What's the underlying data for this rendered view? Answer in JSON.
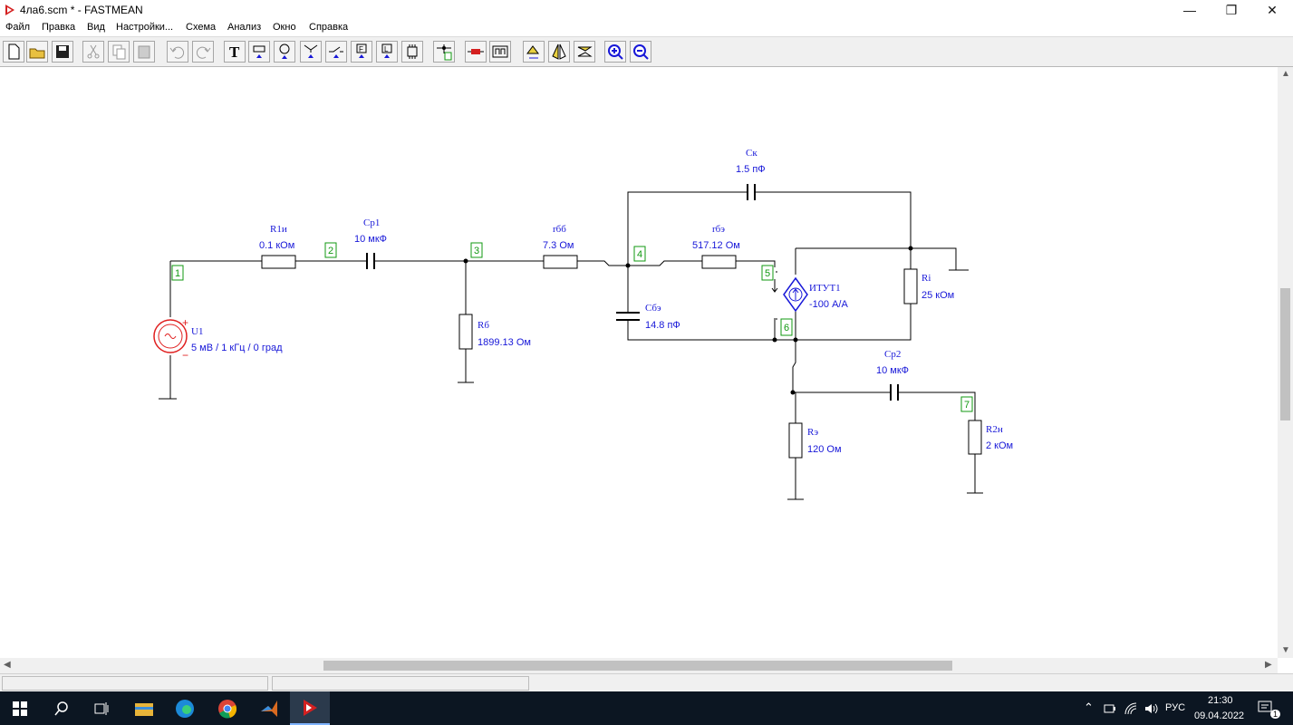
{
  "window": {
    "title": "4ла6.scm * - FASTMEAN",
    "controls": {
      "minimize": "—",
      "maximize": "❐",
      "close": "✕"
    }
  },
  "menu": [
    "Файл",
    "Правка",
    "Вид",
    "Настройки...",
    "Схема",
    "Анализ",
    "Окно",
    "Справка"
  ],
  "toolbar": {
    "buttons": [
      "new-file",
      "open-folder",
      "save",
      "cut",
      "copy",
      "paste",
      "undo",
      "redo",
      "text-tool",
      "resistor-tool",
      "source-tool",
      "transistor-tool",
      "switch-tool",
      "opamp-tool",
      "subcircuit-tool",
      "chip-tool",
      "node-tool",
      "wire-tool",
      "meter-tool",
      "rotate-tool",
      "mirror-tool",
      "flip-tool",
      "zoom-in",
      "zoom-out"
    ]
  },
  "schematic": {
    "components": [
      {
        "id": "U1",
        "name": "U1",
        "value": "5 мВ / 1 кГц / 0 град"
      },
      {
        "id": "R1i",
        "name": "R1и",
        "value": "0.1 кОм"
      },
      {
        "id": "Cp1",
        "name": "Cp1",
        "value": "10 мкФ"
      },
      {
        "id": "Rb",
        "name": "Rб",
        "value": "1899.13 Ом"
      },
      {
        "id": "rbb",
        "name": "rбб",
        "value": "7.3 Ом"
      },
      {
        "id": "rbe",
        "name": "rбэ",
        "value": "517.12 Ом"
      },
      {
        "id": "Cbe",
        "name": "Cбэ",
        "value": "14.8 пФ"
      },
      {
        "id": "Ck",
        "name": "Cк",
        "value": "1.5 пФ"
      },
      {
        "id": "ITUT1",
        "name": "ИТУТ1",
        "value": "-100 А/А"
      },
      {
        "id": "Ri",
        "name": "Ri",
        "value": "25 кОм"
      },
      {
        "id": "Cp2",
        "name": "Cp2",
        "value": "10 мкФ"
      },
      {
        "id": "Re",
        "name": "Rэ",
        "value": "120 Ом"
      },
      {
        "id": "R2n",
        "name": "R2н",
        "value": "2 кОм"
      }
    ],
    "nodes": [
      "1",
      "2",
      "3",
      "4",
      "5",
      "6",
      "7"
    ],
    "source_polarity": {
      "plus": "+",
      "minus": "−"
    }
  },
  "statusbar": {
    "cells": [
      "",
      ""
    ]
  },
  "taskbar": {
    "apps": [
      "start-button",
      "search-button",
      "task-view-button",
      "file-explorer",
      "edge-browser",
      "chrome-browser",
      "matlab",
      "fastmean"
    ],
    "tray": {
      "language": "РУС",
      "time": "21:30",
      "date": "09.04.2022",
      "notifications": "1"
    }
  },
  "colors": {
    "wire": "#000000",
    "label": "#1717d8",
    "node": "#119911",
    "source": "#e02020"
  }
}
